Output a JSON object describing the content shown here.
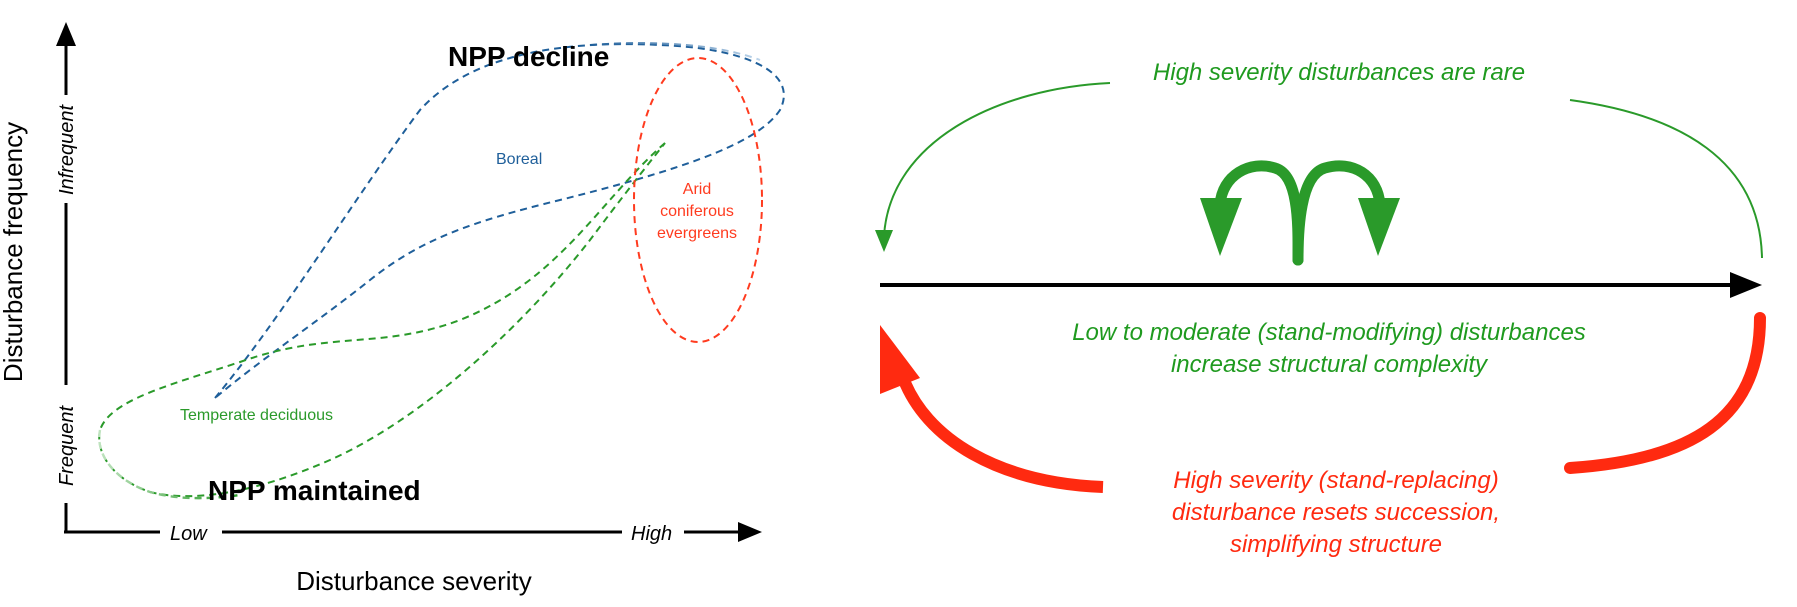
{
  "left_panel": {
    "y_axis_label": "Disturbance frequency",
    "y_tick_high": "Infrequent",
    "y_tick_low": "Frequent",
    "x_axis_label": "Disturbance severity",
    "x_tick_low": "Low",
    "x_tick_high": "High",
    "top_label": "NPP decline",
    "bottom_label": "NPP maintained",
    "regions": {
      "boreal": "Boreal",
      "temperate": "Temperate deciduous",
      "arid_line1": "Arid",
      "arid_line2": "coniferous",
      "arid_line3": "evergreens"
    }
  },
  "right_panel": {
    "top_text": "High severity disturbances are rare",
    "middle_line1": "Low to moderate (stand-modifying) disturbances",
    "middle_line2": "increase structural complexity",
    "bottom_line1": "High severity (stand-replacing)",
    "bottom_line2": "disturbance resets succession,",
    "bottom_line3": "simplifying structure"
  },
  "colors": {
    "black": "#000000",
    "boreal_blue": "#1f5f9a",
    "temperate_green": "#2a9a2a",
    "arid_red": "#ff3b1f",
    "green_text": "#1f9a1f",
    "red_text": "#ff2a10"
  }
}
